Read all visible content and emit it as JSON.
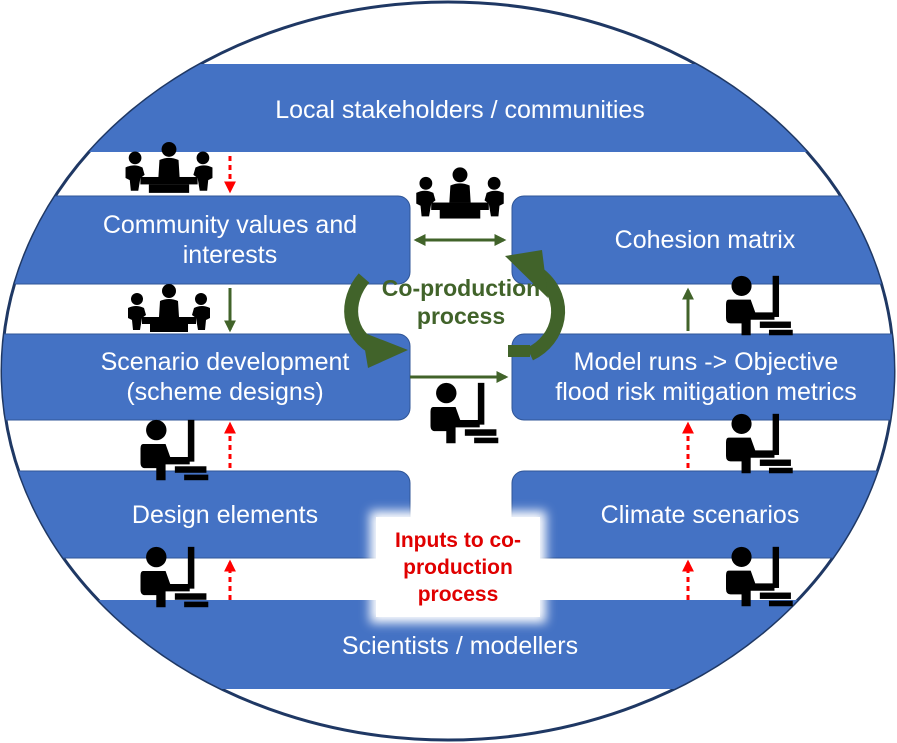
{
  "colors": {
    "box": "#4472C4",
    "box_border": "#2F5597",
    "ellipse_border": "#1F3864",
    "arrow_green": "#41632A",
    "arrow_red": "#FF0000",
    "coproduction_text": "#41632A",
    "inputs_text": "#E00000",
    "icon": "#000000"
  },
  "bands": {
    "top": "Local stakeholders / communities",
    "bottom": "Scientists / modellers"
  },
  "boxes": {
    "community_values": "Community values and interests",
    "scenario_development_line1": "Scenario development",
    "scenario_development_line2": "(scheme designs)",
    "design_elements": "Design elements",
    "cohesion_matrix": "Cohesion matrix",
    "model_runs_line1": "Model runs -> Objective",
    "model_runs_line2": "flood risk mitigation metrics",
    "climate_scenarios": "Climate scenarios"
  },
  "center": {
    "coproduction_line1": "Co-production",
    "coproduction_line2": "process",
    "inputs_line1": "Inputs to co-",
    "inputs_line2": "production",
    "inputs_line3": "process"
  },
  "icons": {
    "meeting": "meeting-table-icon",
    "computer": "computer-user-icon"
  }
}
